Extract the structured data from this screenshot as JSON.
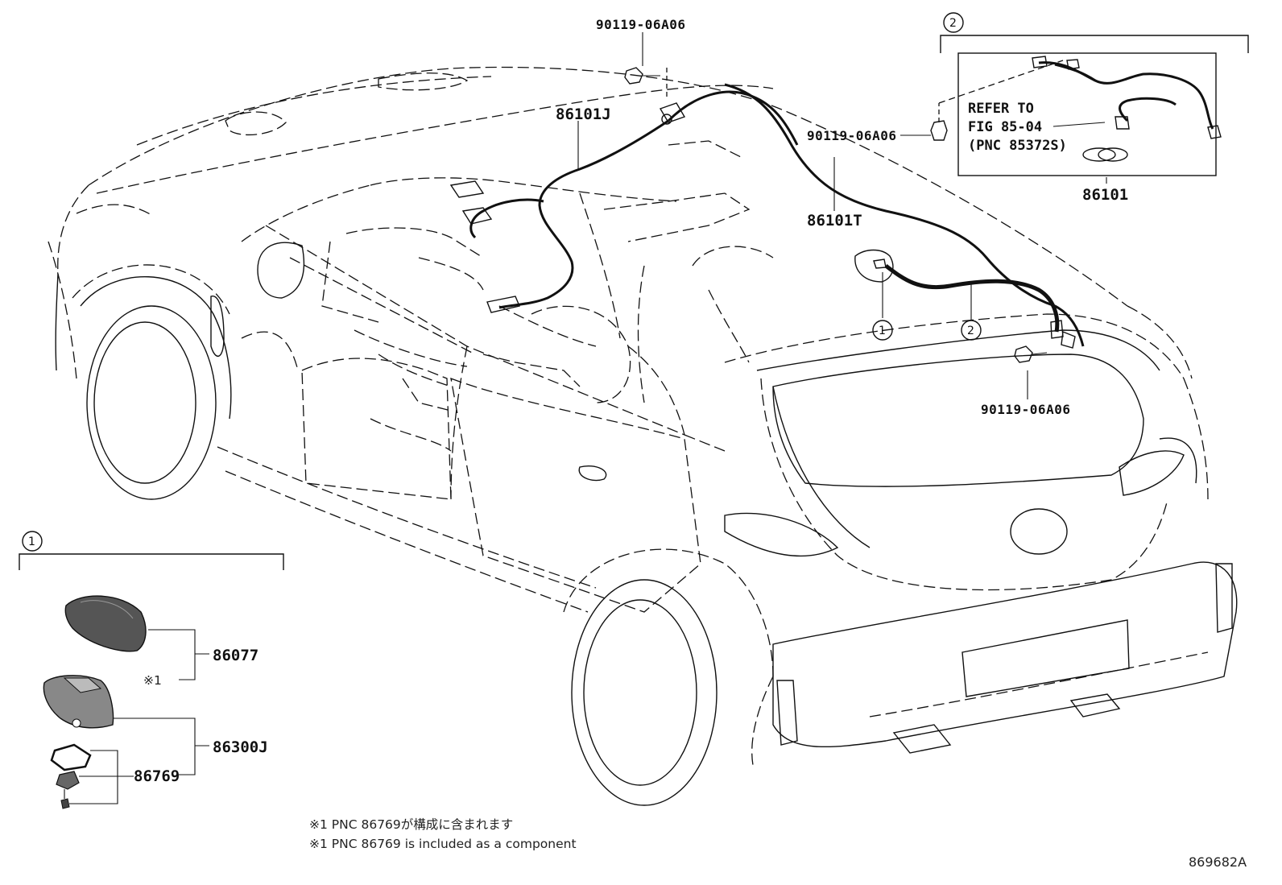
{
  "labels": {
    "bolt_top": "90119-06A06",
    "wire_j": "86101J",
    "bolt_mid": "90119-06A06",
    "wire_t": "86101T",
    "bolt_rear": "90119-06A06",
    "kit": "86101",
    "refer_line1": "REFER TO",
    "refer_line2": "FIG 85-04",
    "refer_line3": "(PNC 85372S)",
    "callout1_marker": "1",
    "callout2_marker": "2",
    "inset1_marker": "1",
    "inset2_marker": "2",
    "antenna_cover": "86077",
    "antenna_assy": "86300J",
    "gasket": "86769",
    "note_mark": "※1"
  },
  "notes": {
    "jp": "※1 PNC 86769が構成に含まれます",
    "en": "※1 PNC 86769 is included as a component"
  },
  "figure_code": "869682A"
}
